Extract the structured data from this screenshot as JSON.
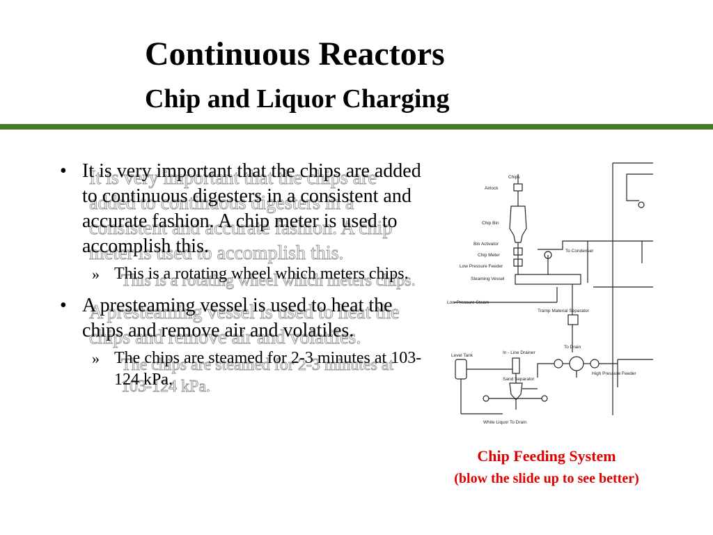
{
  "slide": {
    "title": "Continuous Reactors",
    "subtitle": "Chip and Liquor Charging"
  },
  "bullets": [
    {
      "marker": "•",
      "text": "It is very important that the chips are added to continuous digesters in a consistent and accurate fashion.  A chip meter is used to accomplish this.",
      "sub": {
        "marker": "»",
        "text": "This is a rotating wheel which meters chips."
      }
    },
    {
      "marker": "•",
      "text": "A presteaming vessel is used to heat the chips and remove air and volatiles.",
      "sub": {
        "marker": "»",
        "text": "The chips are steamed for 2-3 minutes at 103-124 kPa."
      }
    }
  ],
  "diagram": {
    "labels": {
      "chips": "Chips",
      "airlock": "Airlock",
      "chip_bin": "Chip Bin",
      "bin_activator": "Bin Activator",
      "chip_meter": "Chip Meter",
      "low_pressure_feeder": "Low Pressure Feeder",
      "steaming_vessel": "Steaming Vessel",
      "low_pressure_steam": "Low Pressure Steam",
      "to_condenser": "To Condenser",
      "tramp_separator": "Tramp Material Separator",
      "to_drain_1": "To Drain",
      "level_tank": "Level Tank",
      "inline_drainer": "In - Line Drainer",
      "high_pressure_feeder": "High Pressure Feeder",
      "sand_separator": "Sand Separator",
      "white_liquor": "White Liquor",
      "to_drain_2": "To Drain"
    }
  },
  "caption": {
    "line1": "Chip Feeding  System",
    "line2": "(blow the slide up to see better)"
  },
  "colors": {
    "rule": "#4b7a2b",
    "caption": "#e00000"
  }
}
